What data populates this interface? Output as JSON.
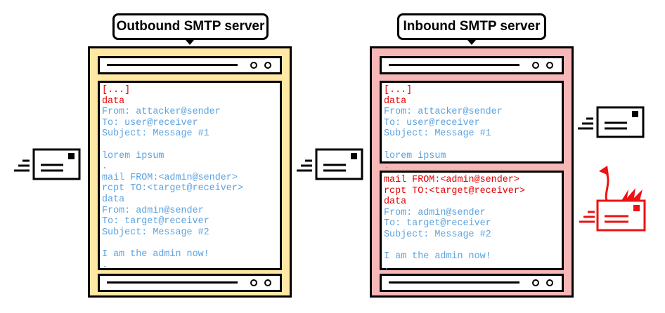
{
  "servers": {
    "outbound": {
      "title": "Outbound SMTP server",
      "fill": "#ffe8a4",
      "lines": [
        {
          "text": "[...]",
          "color": "red"
        },
        {
          "text": "data",
          "color": "red"
        },
        {
          "text": "From: attacker@sender",
          "color": "blue"
        },
        {
          "text": "To: user@receiver",
          "color": "blue"
        },
        {
          "text": "Subject: Message #1",
          "color": "blue"
        },
        {
          "text": "",
          "color": "blue"
        },
        {
          "text": "lorem ipsum",
          "color": "blue"
        },
        {
          "text": ".",
          "color": "blue"
        },
        {
          "text": "mail FROM:<admin@sender>",
          "color": "blue"
        },
        {
          "text": "rcpt TO:<target@receiver>",
          "color": "blue"
        },
        {
          "text": "data",
          "color": "blue"
        },
        {
          "text": "From: admin@sender",
          "color": "blue"
        },
        {
          "text": "To: target@receiver",
          "color": "blue"
        },
        {
          "text": "Subject: Message #2",
          "color": "blue"
        },
        {
          "text": "",
          "color": "blue"
        },
        {
          "text": "I am the admin now!",
          "color": "blue"
        },
        {
          "text": ".",
          "color": "blue"
        }
      ]
    },
    "inbound": {
      "title": "Inbound SMTP server",
      "fill": "#f8b7b7",
      "panel1_lines": [
        {
          "text": "[...]",
          "color": "red"
        },
        {
          "text": "data",
          "color": "red"
        },
        {
          "text": "From: attacker@sender",
          "color": "blue"
        },
        {
          "text": "To: user@receiver",
          "color": "blue"
        },
        {
          "text": "Subject: Message #1",
          "color": "blue"
        },
        {
          "text": "",
          "color": "blue"
        },
        {
          "text": "lorem ipsum",
          "color": "blue"
        },
        {
          "text": ".",
          "color": "blue"
        }
      ],
      "panel2_lines": [
        {
          "text": "mail FROM:<admin@sender>",
          "color": "red"
        },
        {
          "text": "rcpt TO:<target@receiver>",
          "color": "red"
        },
        {
          "text": "data",
          "color": "red"
        },
        {
          "text": "From: admin@sender",
          "color": "blue"
        },
        {
          "text": "To: target@receiver",
          "color": "blue"
        },
        {
          "text": "Subject: Message #2",
          "color": "blue"
        },
        {
          "text": "",
          "color": "blue"
        },
        {
          "text": "I am the admin now!",
          "color": "blue"
        },
        {
          "text": ".",
          "color": "blue"
        }
      ]
    }
  },
  "icons": {
    "envelope": "envelope-icon",
    "smuggled_envelope": "smuggled-envelope-icon"
  },
  "colors": {
    "red_text": "#e60000",
    "blue_text": "#5ba3e0",
    "outbound_fill": "#ffe8a4",
    "inbound_fill": "#f8b7b7",
    "smuggled_icon": "#ee1111"
  }
}
